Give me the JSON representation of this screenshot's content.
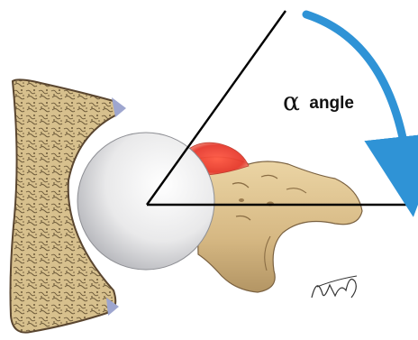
{
  "annotation": {
    "greek": "α",
    "word": "angle"
  },
  "signature": {
    "text": "Victor Cordova"
  },
  "colors": {
    "acetabulum_fill": "#d7c08d",
    "acetabulum_outline": "#5a4630",
    "femoral_head": "#e9e9ea",
    "femoral_neck": "#d9be8a",
    "cam_lesion": "#e63a2e",
    "arrow": "#2f93d6",
    "cartilage_tip": "#9ea6cf",
    "lines": "#000000"
  },
  "icons": {
    "angle_arrow": "curved-arrow-icon",
    "signature": "signature-icon"
  }
}
